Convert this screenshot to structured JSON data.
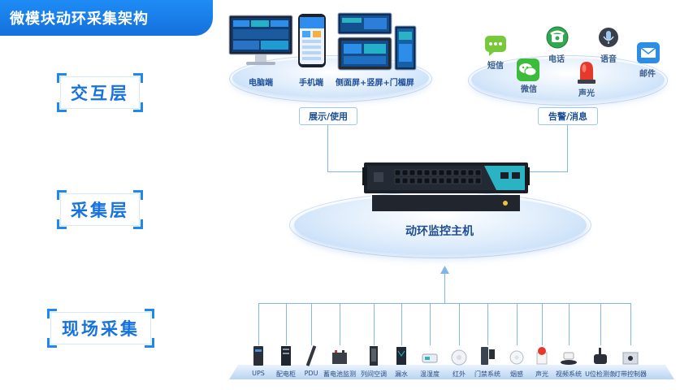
{
  "title": "微模块动环采集架构",
  "layers": {
    "interaction": "交互层",
    "collection": "采集层",
    "field": "现场采集"
  },
  "display_terminals": [
    {
      "id": "pc",
      "label": "电脑端"
    },
    {
      "id": "mobile",
      "label": "手机端"
    },
    {
      "id": "screens",
      "label": "侧面屏+竖屏+门楣屏"
    }
  ],
  "alert_channels": [
    {
      "id": "sms",
      "label": "短信",
      "icon": "sms-icon",
      "color": "#6cc24a"
    },
    {
      "id": "wechat",
      "label": "微信",
      "icon": "wechat-icon",
      "color": "#3dbb3b"
    },
    {
      "id": "phone",
      "label": "电话",
      "icon": "phone-icon",
      "color": "#2fa84f"
    },
    {
      "id": "voice",
      "label": "语音",
      "icon": "microphone-icon",
      "color": "#3b3f4a"
    },
    {
      "id": "sound_light",
      "label": "声光",
      "icon": "alarm-light-icon",
      "color": "#e53a2b"
    },
    {
      "id": "email",
      "label": "邮件",
      "icon": "mail-icon",
      "color": "#2b8de8"
    }
  ],
  "tags": {
    "display_use": "展示/使用",
    "alarm_message": "告警/消息"
  },
  "main_host": "动环监控主机",
  "field_devices": [
    "UPS",
    "配电柜",
    "PDU",
    "蓄电池监测",
    "列间空调",
    "漏水",
    "温湿度",
    "红外",
    "门禁系统",
    "烟感",
    "声光",
    "视频系统",
    "U位检测条",
    "灯带控制器"
  ],
  "colors": {
    "accent": "#1572e0",
    "title_bg": "#1a7fea",
    "line": "#7fb7ec",
    "host_teal": "#2bb3c4"
  }
}
